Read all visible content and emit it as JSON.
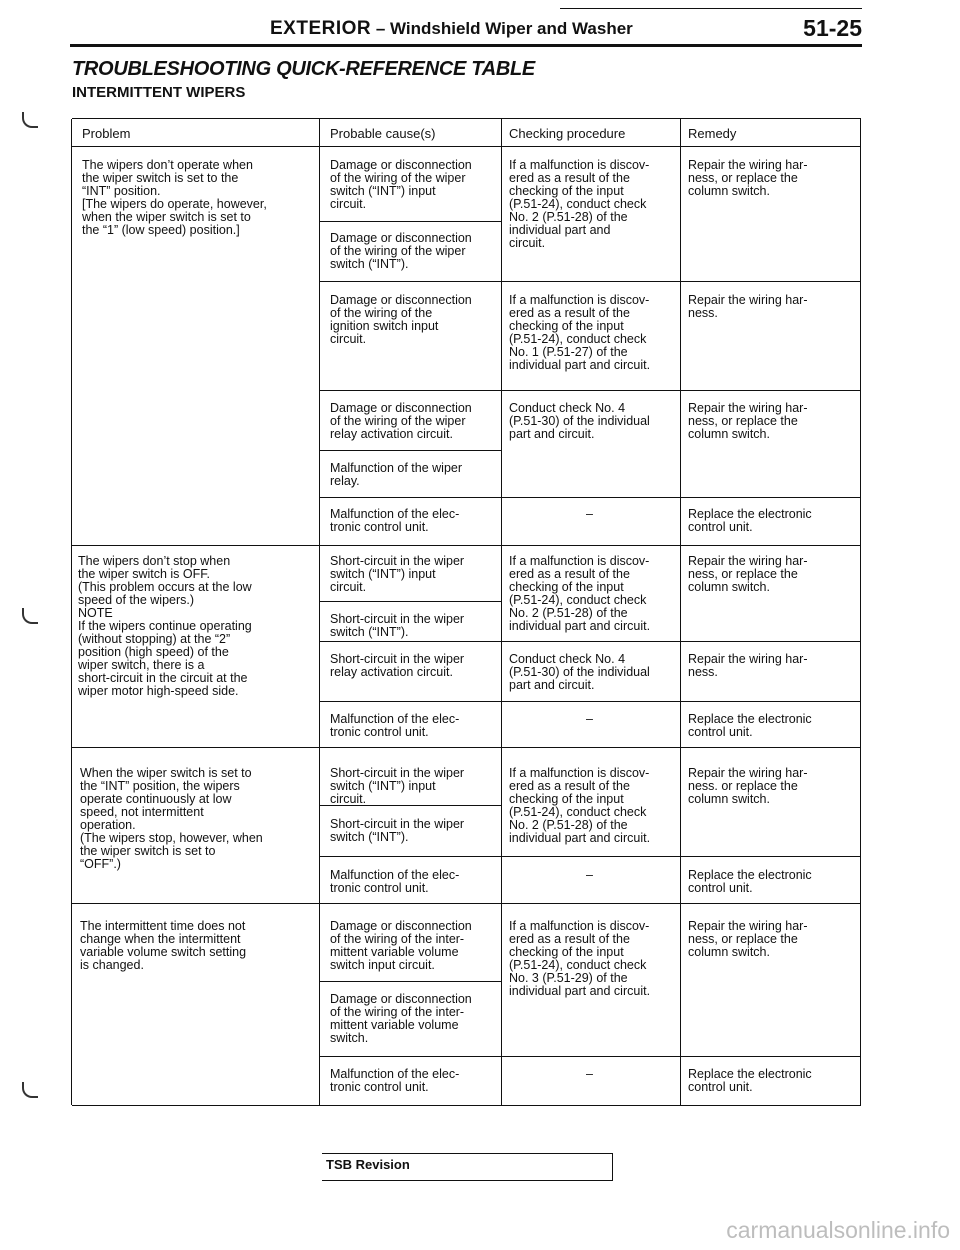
{
  "header": {
    "section": "EXTERIOR",
    "title": " – Windshield Wiper and Washer",
    "page": "51-25"
  },
  "heading": "TROUBLESHOOTING QUICK-REFERENCE TABLE",
  "subheading": "INTERMITTENT WIPERS",
  "table": {
    "columns": [
      "Problem",
      "Probable cause(s)",
      "Checking procedure",
      "Remedy"
    ],
    "problems": [
      "The wipers don’t operate when\nthe wiper switch is set to the\n“INT” position.\n[The wipers do operate, however,\nwhen the wiper switch is set to\nthe “1” (low speed) position.]",
      "The wipers don’t stop when\nthe wiper switch is OFF.\n(This problem occurs at the low\nspeed of the wipers.)\nNOTE\nIf the wipers continue operating\n(without stopping) at the “2”\nposition (high speed) of the\nwiper switch, there is a\nshort-circuit in the circuit at the\nwiper motor high-speed side.",
      "When the wiper switch is set to\nthe “INT” position, the wipers\noperate continuously at low\nspeed, not intermittent\noperation.\n(The wipers stop, however, when\nthe wiper switch is set to\n“OFF”.)",
      "The intermittent time does not\nchange when the intermittent\nvariable volume switch setting\nis changed."
    ],
    "causes": [
      "Damage or disconnection\nof the wiring of the wiper\nswitch (“INT”) input\ncircuit.",
      "Damage or disconnection\nof the wiring of the wiper\nswitch (“INT”).",
      "Damage or disconnection\nof the wiring of the\nignition switch input\ncircuit.",
      "Damage or disconnection\nof the wiring of the wiper\nrelay activation circuit.",
      "Malfunction of the wiper\nrelay.",
      "Malfunction of the elec-\ntronic control unit.",
      "Short-circuit in the wiper\nswitch (“INT”) input\ncircuit.",
      "Short-circuit in the wiper\nswitch (“INT”).",
      "Short-circuit in the wiper\nrelay activation circuit.",
      "Malfunction of the elec-\ntronic control unit.",
      "Short-circuit in the wiper\nswitch (“INT”) input\ncircuit.",
      "Short-circuit in the wiper\nswitch (“INT”).",
      "Malfunction of the elec-\ntronic control unit.",
      "Damage or disconnection\nof the wiring of the inter-\nmittent variable volume\nswitch input circuit.",
      "Damage or disconnection\nof the wiring of the inter-\nmittent variable volume\nswitch.",
      "Malfunction of the elec-\ntronic control unit."
    ],
    "checks": [
      "If a malfunction is discov-\nered as a result of the\nchecking of the input\n(P.51-24), conduct check\nNo. 2 (P.51-28) of the\nindividual part and\ncircuit.",
      "If a malfunction is discov-\nered as a result of the\nchecking of the input\n(P.51-24), conduct check\nNo. 1 (P.51-27) of the\nindividual part and circuit.",
      "Conduct check No. 4\n(P.51-30) of the individual\npart and circuit.",
      "–",
      "If a malfunction is discov-\nered as a result of the\nchecking of the input\n(P.51-24), conduct check\nNo. 2 (P.51-28) of the\nindividual part and circuit.",
      "Conduct check No. 4\n(P.51-30) of the individual\npart and circuit.",
      "–",
      "If a malfunction is discov-\nered as a result of the\nchecking of the input\n(P.51-24), conduct check\nNo. 2 (P.51-28) of the\nindividual part and circuit.",
      "–",
      "If a malfunction is discov-\nered as a result of the\nchecking of the input\n(P.51-24), conduct check\nNo. 3 (P.51-29) of the\nindividual part and circuit.",
      "–"
    ],
    "remedies": [
      "Repair the wiring har-\nness, or replace the\ncolumn switch.",
      "Repair the wiring har-\nness.",
      "Repair the wiring har-\nness, or replace the\ncolumn switch.",
      "Replace the electronic\ncontrol unit.",
      "Repair the wiring har-\nness, or replace the\ncolumn switch.",
      "Repair the wiring har-\nness.",
      "Replace the electronic\ncontrol unit.",
      "Repair the wiring har-\nness. or replace the\ncolumn switch.",
      "Replace the electronic\ncontrol unit.",
      "Repair the wiring har-\nness, or replace the\ncolumn switch.",
      "Replace the electronic\ncontrol unit."
    ]
  },
  "footer": {
    "label": "TSB Revision"
  },
  "watermark": "carmanualsonline.info"
}
